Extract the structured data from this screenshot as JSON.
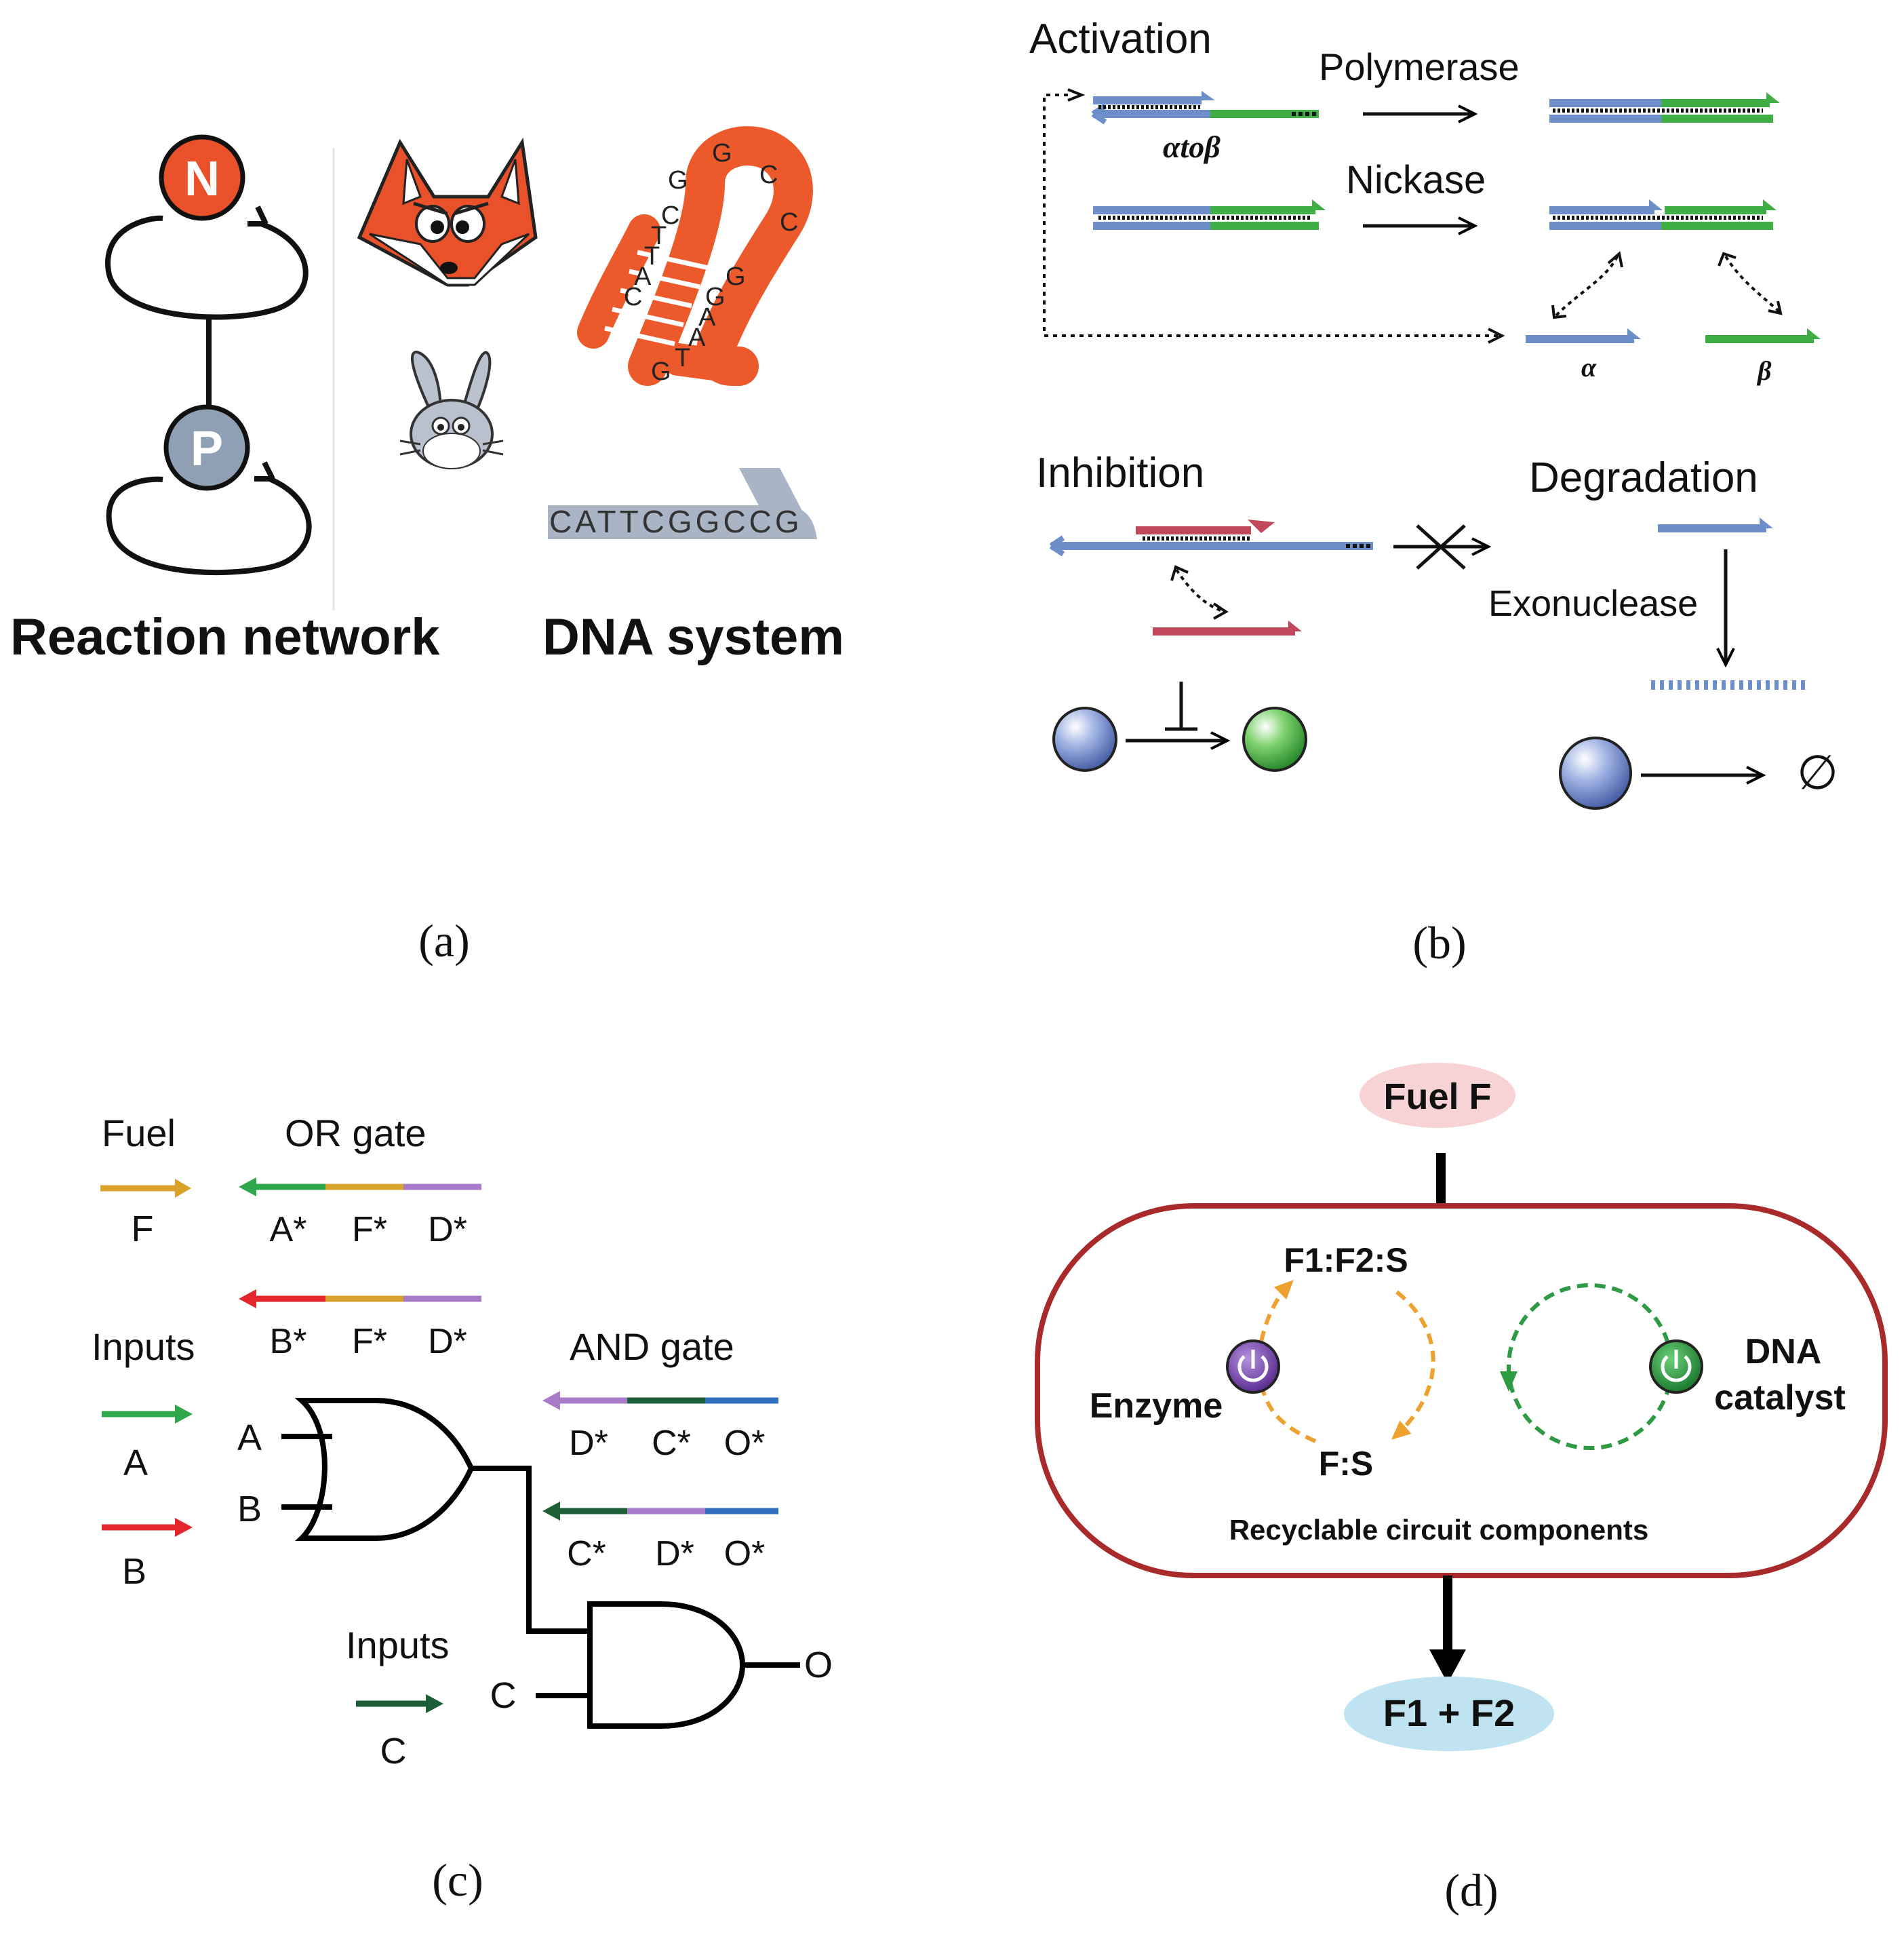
{
  "panel_a": {
    "caption": "(a)",
    "node_n": "N",
    "node_p": "P",
    "hairpin_letters": [
      "G",
      "G",
      "C",
      "C",
      "G",
      "C",
      "T",
      "T",
      "A",
      "C",
      "G",
      "A",
      "A",
      "T",
      "G"
    ],
    "sequence": "CATTCGGCCG",
    "label_network": "Reaction network",
    "label_dna": "DNA system",
    "colors": {
      "predator": "#e8512a",
      "prey": "#8f9fb4",
      "strand": "#a9b4c4"
    }
  },
  "panel_b": {
    "caption": "(b)",
    "activation": "Activation",
    "polymerase": "Polymerase",
    "template_label": "αtoβ",
    "nickase": "Nickase",
    "alpha": "α",
    "beta": "β",
    "inhibition": "Inhibition",
    "degradation": "Degradation",
    "exonuclease": "Exonuclease",
    "null_symbol": "∅",
    "colors": {
      "alpha": "#6c8ec9",
      "beta": "#3fae44",
      "inhibitor": "#c0485a"
    }
  },
  "panel_c": {
    "caption": "(c)",
    "fuel": "Fuel",
    "fuel_strand": "F",
    "or_gate": "OR gate",
    "or_strand1": [
      "A*",
      "F*",
      "D*"
    ],
    "or_strand2": [
      "B*",
      "F*",
      "D*"
    ],
    "inputs_top": "Inputs",
    "input_a": "A",
    "input_b": "B",
    "and_gate": "AND gate",
    "and_strand1": [
      "D*",
      "C*",
      "O*"
    ],
    "and_strand2": [
      "C*",
      "D*",
      "O*"
    ],
    "gate_in_a": "A",
    "gate_in_b": "B",
    "gate_in_c": "C",
    "gate_out": "O",
    "inputs_bottom": "Inputs",
    "input_c": "C",
    "colors": {
      "A": "#2ea84a",
      "B": "#e3262b",
      "F": "#d9a22c",
      "D": "#a77bc8",
      "C": "#1d5e36",
      "O": "#2f6fbe"
    }
  },
  "panel_d": {
    "caption": "(d)",
    "fuel": "Fuel F",
    "complex": "F1:F2:S",
    "intermediate": "F:S",
    "enzyme": "Enzyme",
    "dna": "DNA",
    "catalyst": "catalyst",
    "recycle": "Recyclable circuit components",
    "products": "F1 + F2",
    "colors": {
      "capsule": "#a82a2a",
      "fuel_bg": "#f7d3d6",
      "product_bg": "#bfe3f1",
      "orange": "#eda12f",
      "green": "#2e9a44",
      "enzyme": "#7a4bb0"
    }
  }
}
